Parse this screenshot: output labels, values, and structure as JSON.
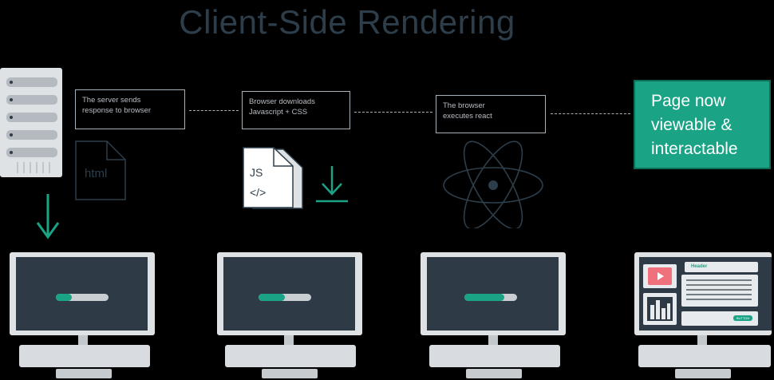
{
  "title": "Client-Side Rendering",
  "steps": [
    {
      "label": "The server sends\nresponse to browser"
    },
    {
      "label": "Browser downloads\nJavascript + CSS"
    },
    {
      "label": "The browser\nexecutes react"
    }
  ],
  "final_step": {
    "label": "Page now\nviewable &\ninteractable"
  },
  "file_html": {
    "label": "html"
  },
  "file_js": {
    "label_top": "JS",
    "label_bottom": "</>"
  },
  "final_screen": {
    "header_label": "Header",
    "button_label": "BUTTON"
  },
  "loading_progress": [
    0.3,
    0.5,
    0.75
  ],
  "colors": {
    "accent": "#1aa385",
    "dark": "#2d3e4a",
    "screen": "#2e3b46",
    "play": "#f0717c"
  }
}
